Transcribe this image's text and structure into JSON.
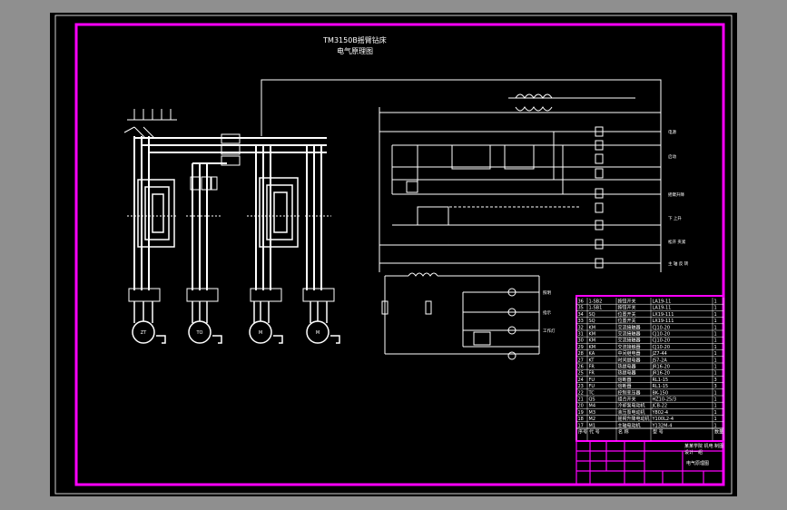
{
  "drawing": {
    "title_line1": "TM3150B摇臂钻床",
    "title_line2": "电气原理图",
    "motor_labels": [
      "ZT",
      "TO",
      "M",
      "M"
    ],
    "control_row_labels": [
      "电源",
      "启动",
      "摇臂升降",
      "下 上升",
      "松开 夹紧",
      "主 轴 反 转"
    ],
    "lamp_labels": [
      "照明",
      "指示",
      "工作灯",
      ""
    ]
  },
  "title_block": {
    "project_line1": "某某学院 机电 制图",
    "project_line2": "设计一组",
    "drawing_name": "电气原理图"
  },
  "parts_table": {
    "rows": [
      [
        "36",
        "1-SB2",
        "按钮开关",
        "LA19-11",
        "1"
      ],
      [
        "35",
        "1-SB1",
        "按钮开关",
        "LA19-11",
        "1"
      ],
      [
        "34",
        "SQ",
        "位置开关",
        "LX19-111",
        "1"
      ],
      [
        "33",
        "SQ",
        "位置开关",
        "LX19-111",
        "1"
      ],
      [
        "32",
        "KM",
        "交流接触器",
        "CJ10-20",
        "1"
      ],
      [
        "31",
        "KM",
        "交流接触器",
        "CJ10-20",
        "1"
      ],
      [
        "30",
        "KM",
        "交流接触器",
        "CJ10-20",
        "1"
      ],
      [
        "29",
        "KM",
        "交流接触器",
        "CJ10-20",
        "1"
      ],
      [
        "28",
        "KA",
        "中间继电器",
        "JZ7-44",
        "1"
      ],
      [
        "27",
        "KT",
        "时间继电器",
        "JS7-2A",
        "1"
      ],
      [
        "26",
        "FR",
        "热继电器",
        "JR16-20",
        "1"
      ],
      [
        "25",
        "FR",
        "热继电器",
        "JR16-20",
        "1"
      ],
      [
        "24",
        "FU",
        "熔断器",
        "RL1-15",
        "3"
      ],
      [
        "23",
        "FU",
        "熔断器",
        "RL1-15",
        "3"
      ],
      [
        "22",
        "TC",
        "控制变压器",
        "BK-150",
        "1"
      ],
      [
        "21",
        "QS",
        "组合开关",
        "HZ10-25/3",
        "1"
      ],
      [
        "20",
        "M4",
        "冷却泵电动机",
        "JCB-22",
        "1"
      ],
      [
        "19",
        "M3",
        "液压泵电动机",
        "Y802-4",
        "1"
      ],
      [
        "18",
        "M2",
        "摇臂升降电动机",
        "Y100L2-4",
        "1"
      ],
      [
        "17",
        "M1",
        "主轴电动机",
        "Y132M-4",
        "1"
      ]
    ],
    "header": [
      "序号",
      "代 号",
      "名 称",
      "型 号",
      "数量"
    ]
  },
  "colors": {
    "border_magenta": "#ff00ff",
    "lines": "#ffffff",
    "background": "#000000",
    "frame_gray": "#8f8f8f"
  }
}
